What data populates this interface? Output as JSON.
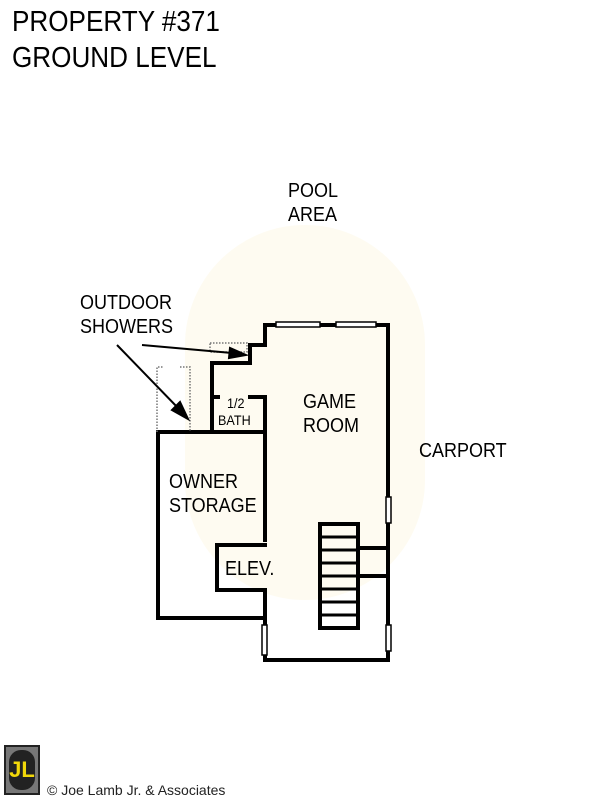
{
  "title": {
    "line1": "PROPERTY #371",
    "line2": "GROUND LEVEL"
  },
  "labels": {
    "pool_area": [
      "POOL",
      "AREA"
    ],
    "outdoor_showers": [
      "OUTDOOR",
      "SHOWERS"
    ],
    "half_bath": [
      "1/2",
      "BATH"
    ],
    "game_room": [
      "GAME",
      "ROOM"
    ],
    "carport": "CARPORT",
    "owner_storage": [
      "OWNER",
      "STORAGE"
    ],
    "elevator": "ELEV."
  },
  "footer": {
    "logo_text": "JL",
    "copyright": "© Joe Lamb Jr. & Associates"
  }
}
